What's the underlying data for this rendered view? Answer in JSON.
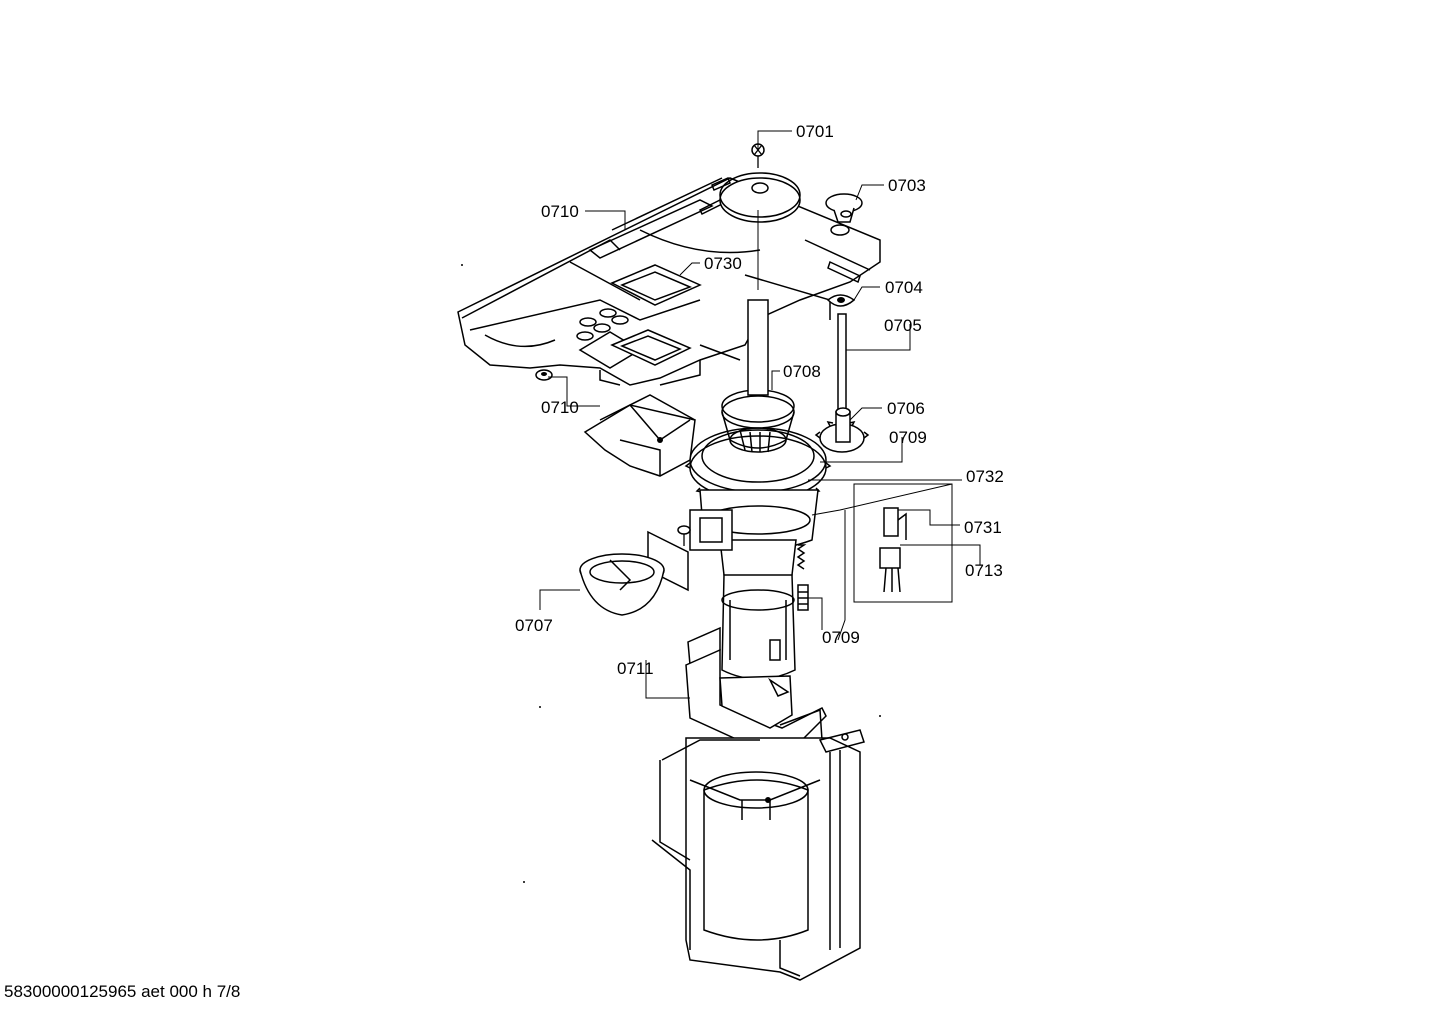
{
  "labels": {
    "p0701": "0701",
    "p0703": "0703",
    "p0710a": "0710",
    "p0730": "0730",
    "p0704": "0704",
    "p0705": "0705",
    "p0708": "0708",
    "p0710b": "0710",
    "p0706": "0706",
    "p0709a": "0709",
    "p0732": "0732",
    "p0731": "0731",
    "p0713": "0713",
    "p0707": "0707",
    "p0709b": "0709",
    "p0711": "0711"
  },
  "footer": "58300000125965 aet 000 h 7/8"
}
